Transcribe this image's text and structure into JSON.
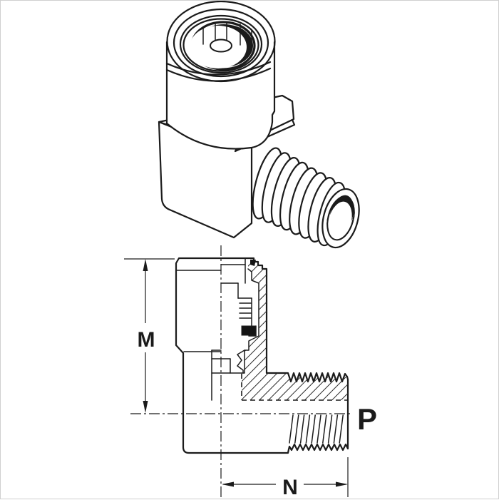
{
  "colors": {
    "background": "#ffffff",
    "ink": "#1b1b1b"
  },
  "section_view": {
    "dimension_m_label": "M",
    "dimension_n_label": "N",
    "thread_port_label": "P"
  }
}
